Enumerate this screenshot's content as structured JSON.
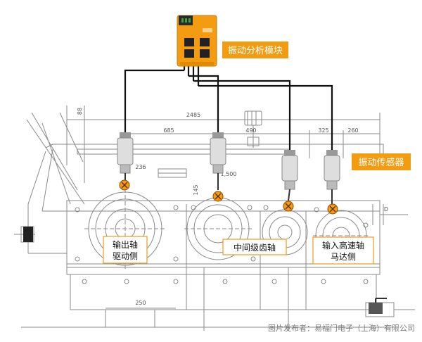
{
  "labels": {
    "module": "振动分析模块",
    "sensor": "振动传感器",
    "output_shaft_line1": "输出轴",
    "output_shaft_line2": "驱动侧",
    "middle_shaft": "中间级齿轴",
    "input_shaft_line1": "输入高速轴",
    "input_shaft_line2": "马达侧"
  },
  "dimensions": {
    "d2485": "2485",
    "d685": "685",
    "d490": "490",
    "d325": "325",
    "d260": "260",
    "d236": "236",
    "d1500": "1,500",
    "d145": "145",
    "d250": "250",
    "d88": "88",
    "dD": "D"
  },
  "credit": "图片发布者：易福门电子（上海）有限公司",
  "colors": {
    "accent": "#f39c12",
    "label_border": "#f0a030",
    "cable": "#111111",
    "drawing": "#8a8a8a"
  }
}
